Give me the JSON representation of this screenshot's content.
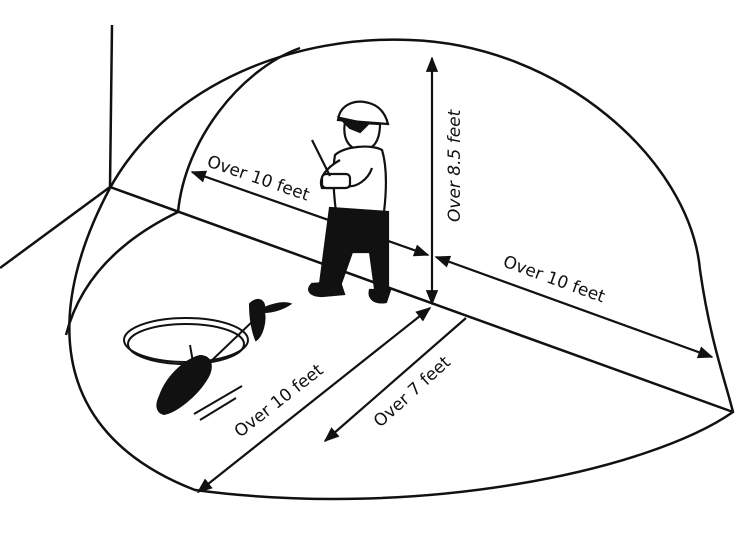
{
  "diagram": {
    "labels": {
      "back_width": "Over 10 feet",
      "ceiling_height": "Over 8.5 feet",
      "right_depth": "Over 10 feet",
      "front_length": "Over 10 feet",
      "front_inner": "Over 7 feet"
    },
    "colors": {
      "ink": "#111111",
      "background": "#ffffff"
    },
    "figures": [
      "pilot-with-remote-controller",
      "rc-helicopter"
    ]
  }
}
